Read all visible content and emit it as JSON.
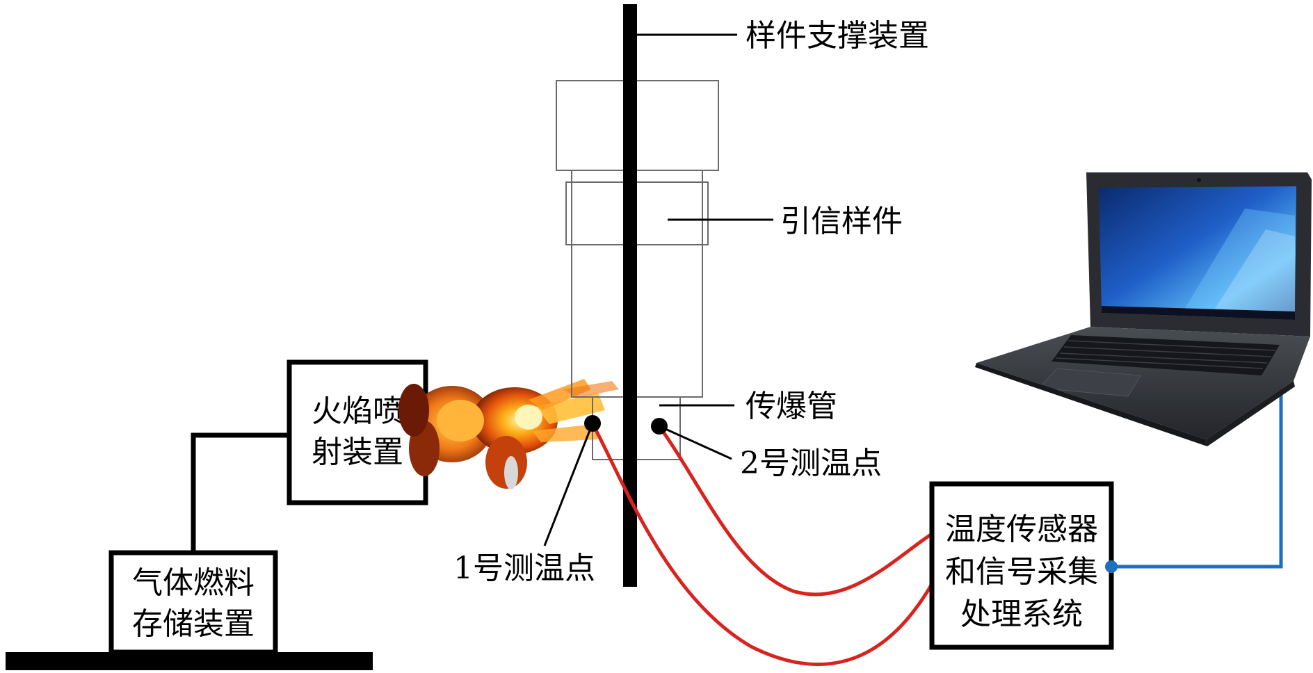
{
  "labels": {
    "support": "样件支撑装置",
    "fuze_sample": "引信样件",
    "booster_tube": "传爆管",
    "point2": "2号测温点",
    "point1": "1号测温点"
  },
  "boxes": {
    "flame_device": [
      "火焰喷",
      "射装置"
    ],
    "gas_storage": [
      "气体燃料",
      "存储装置"
    ],
    "sensor_system": [
      "温度传感器",
      "和信号采集",
      "处理系统"
    ]
  },
  "colors": {
    "thermocouple_wire": "#d8231e",
    "data_cable": "#1e6fbf",
    "outline": "#000000",
    "sample_outline": "#6a6a6a"
  },
  "icons": {
    "laptop": "laptop-icon",
    "flame": "flame-icon"
  }
}
